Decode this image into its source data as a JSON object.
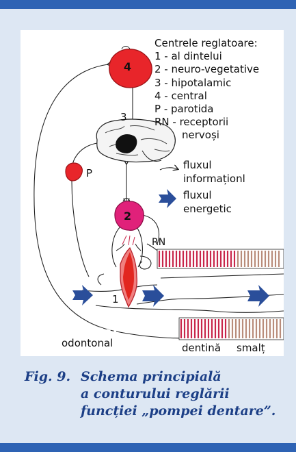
{
  "legend": {
    "title": "Centrele reglatoare:",
    "items": [
      "1 - al dintelui",
      "2 - neuro-vegetative",
      "3 - hipotalamic",
      "4 - central",
      "P - parotida",
      "RN - receptorii"
    ],
    "rn_cont": "nervoși",
    "info_1": "fluxul",
    "info_2": "informaționl",
    "energy_1": "fluxul",
    "energy_2": "energetic"
  },
  "labels": {
    "n4": "4",
    "n3": "3",
    "p": "P",
    "n2": "2",
    "rn": "RN",
    "n1": "1",
    "odontonal": "odontonal",
    "dentina": "dentină",
    "smalt": "smalț"
  },
  "caption": {
    "fig": "Fig. 9.",
    "line1": "Schema principială",
    "line2": "a conturului reglării",
    "line3": "funcției „pompei dentare”."
  },
  "colors": {
    "frame": "#dde7f3",
    "bar": "#2e63b4",
    "node4": "#e8252a",
    "node2": "#e0217a",
    "nodeP": "#e8252a",
    "arrow_energy": "#2a4e9a",
    "dentin": "#c8264a",
    "caption": "#1c3f86"
  }
}
